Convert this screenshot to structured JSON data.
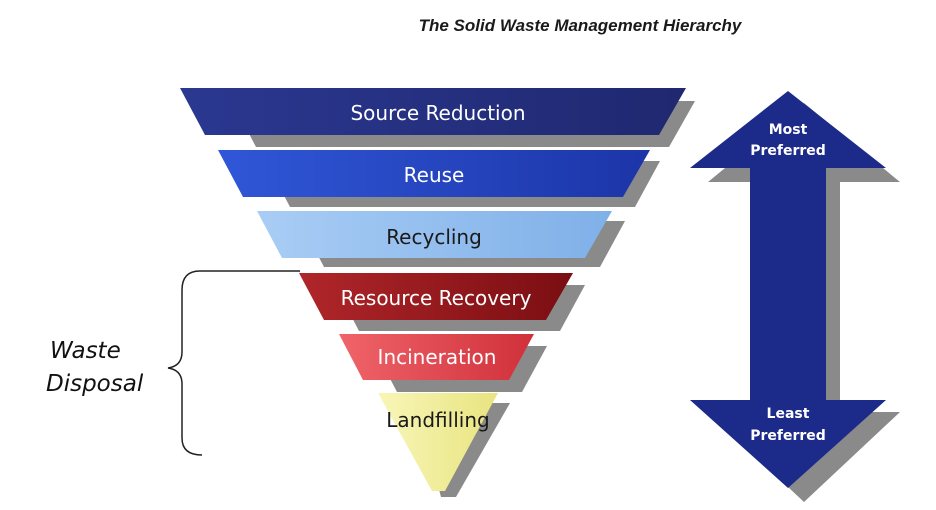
{
  "title": "The Solid Waste Management Hierarchy",
  "tiers": [
    {
      "label": "Source Reduction",
      "color_dark": "#1f2870",
      "color_light": "#2b3890",
      "text_color": "#ffffff"
    },
    {
      "label": "Reuse",
      "color_dark": "#1c35a8",
      "color_light": "#3057d8",
      "text_color": "#ffffff"
    },
    {
      "label": "Recycling",
      "color_dark": "#7fb0e8",
      "color_light": "#a9cdf5",
      "text_color": "#1a1a1a"
    },
    {
      "label": "Resource Recovery",
      "color_dark": "#7a0e12",
      "color_light": "#b0262a",
      "text_color": "#ffffff"
    },
    {
      "label": "Incineration",
      "color_dark": "#d0303a",
      "color_light": "#f0646a",
      "text_color": "#ffffff"
    },
    {
      "label": "Landfilling",
      "color_dark": "#e8e480",
      "color_light": "#f8f6b8",
      "text_color": "#1a1a1a"
    }
  ],
  "arrow": {
    "top_label_line1": "Most",
    "top_label_line2": "Preferred",
    "bottom_label_line1": "Least",
    "bottom_label_line2": "Preferred",
    "color": "#1c2a8a"
  },
  "disposal": {
    "line1": "Waste",
    "line2": "Disposal"
  }
}
